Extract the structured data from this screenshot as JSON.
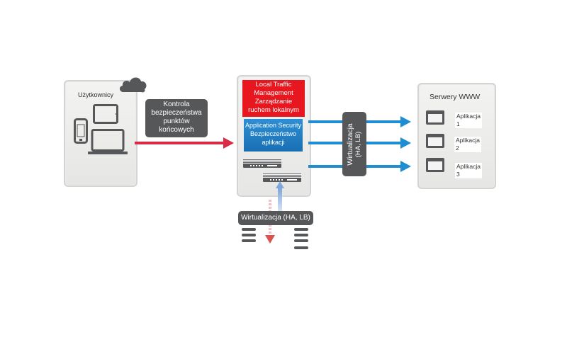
{
  "users_panel": {
    "title": "Użytkownicy",
    "icons": [
      "cloud-icon",
      "tablet-icon",
      "smartphone-icon",
      "laptop-icon"
    ]
  },
  "endpoint_label": {
    "lines": [
      "Kontrola",
      "bezpieczeństwa",
      "punktów",
      "końcowych"
    ]
  },
  "center_panel": {
    "ltm": {
      "lines": [
        "Local Traffic",
        "Management",
        "Zarządzanie",
        "ruchem lokalnym"
      ],
      "color": "#e8171f"
    },
    "asm": {
      "lines": [
        "Application Security",
        "Bezpieczeństwo",
        "aplikacji"
      ],
      "color": "#1a72b8"
    },
    "icons": [
      "appliance-icon",
      "appliance-icon"
    ]
  },
  "virtualization_vertical": {
    "lines": [
      "Wirtualizacja",
      "(HA, LB)"
    ]
  },
  "virtualization_bottom": {
    "label": "Wirtualizacja (HA, LB)",
    "icons": [
      "database-icon",
      "database-icon"
    ]
  },
  "servers_panel": {
    "title": "Serwery WWW",
    "apps": [
      {
        "lines": [
          "Aplikacja",
          "1"
        ]
      },
      {
        "lines": [
          "Aplikacja",
          "2"
        ]
      },
      {
        "lines": [
          "Aplikacja",
          "3"
        ]
      }
    ]
  },
  "colors": {
    "red_arrow": "#d92a47",
    "blue_arrow": "#1f8dd1",
    "dark_label": "#555759"
  }
}
